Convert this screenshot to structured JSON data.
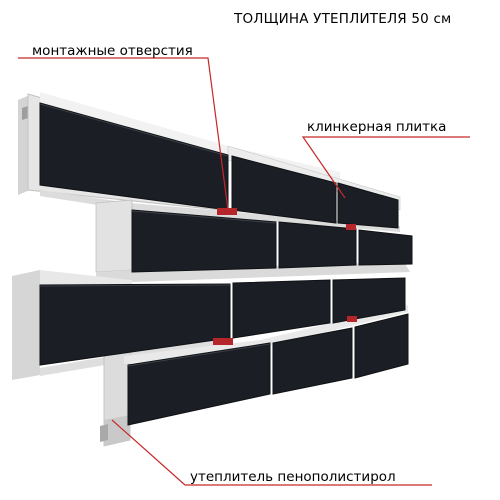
{
  "title": "ТОЛЩИНА УТЕПЛИТЕЛЯ 50 см",
  "labels": {
    "holes": "монтажные отверстия",
    "tile": "клинкерная плитка",
    "insulation": "утеплитель пенополистирол"
  },
  "colors": {
    "tile": "#1b1e24",
    "tile_highlight": "#3a3f47",
    "foam": "#e4e4e4",
    "foam_shadow": "#b9b9b9",
    "mount_hole": "#b5262b",
    "leader_line": "#c62828"
  }
}
